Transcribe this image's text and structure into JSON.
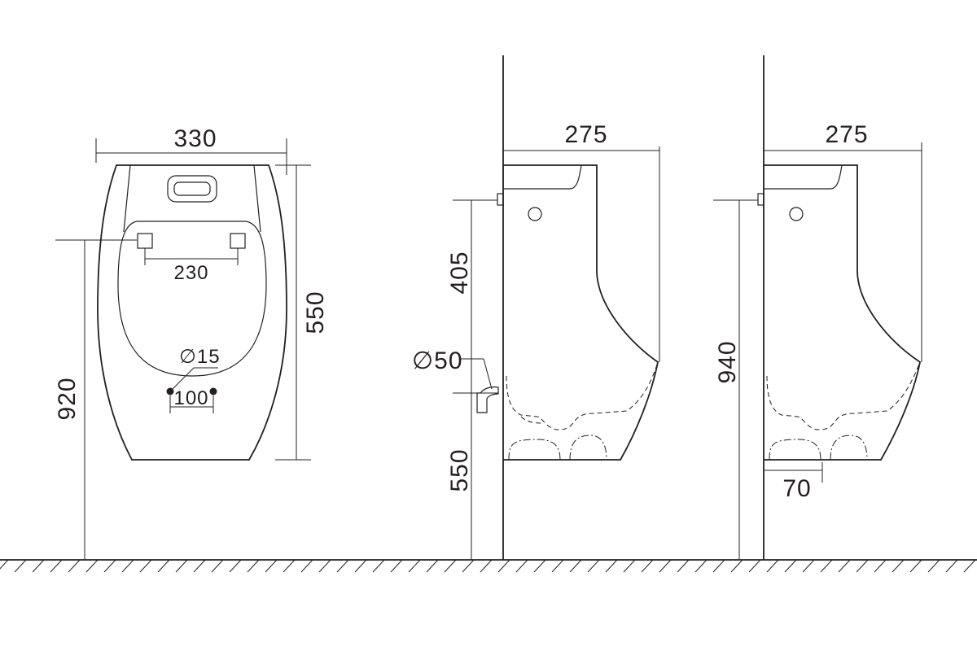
{
  "front_view": {
    "width": "330",
    "height": "550",
    "bracket_spacing": "230",
    "inlet_diameter": "∅15",
    "inlet_spacing": "100",
    "bracket_height": "920"
  },
  "side_view_rear_outlet": {
    "depth": "275",
    "inlet_to_outlet": "405",
    "outlet_diameter": "∅50",
    "outlet_height": "550"
  },
  "side_view_floor_outlet": {
    "depth": "275",
    "inlet_height": "940",
    "outlet_offset": "70"
  }
}
